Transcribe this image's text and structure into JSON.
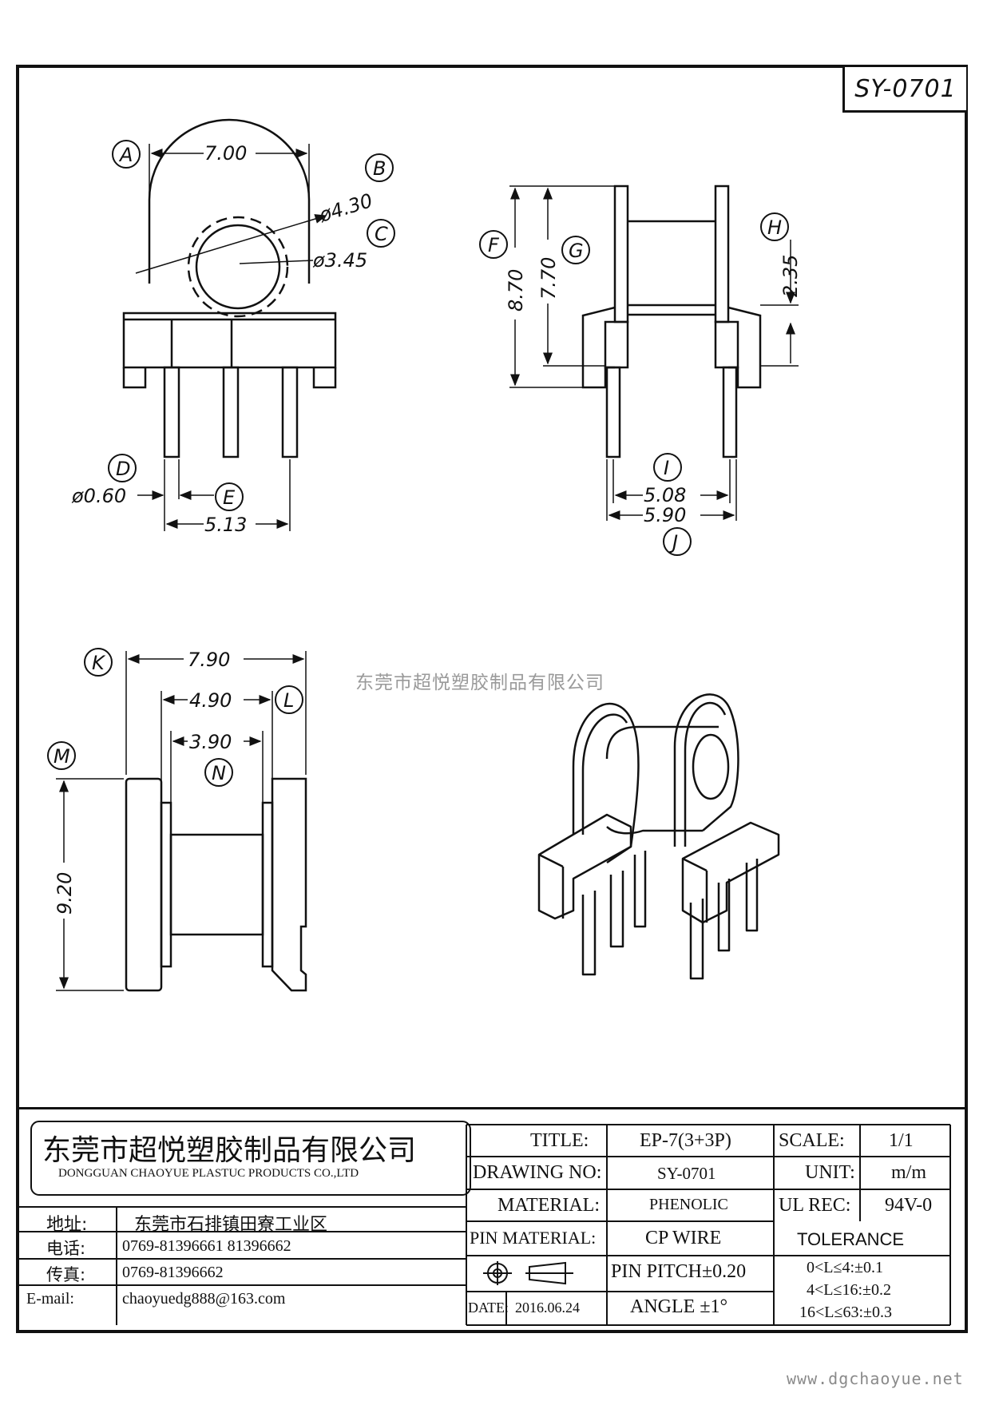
{
  "drawing_code": "SY-0701",
  "watermark": "东莞市超悦塑胶制品有限公司",
  "website": "www.dgchaoyue.net",
  "callouts": {
    "A": "A",
    "B": "B",
    "C": "C",
    "D": "D",
    "E": "E",
    "F": "F",
    "G": "G",
    "H": "H",
    "I": "I",
    "J": "J",
    "K": "K",
    "L": "L",
    "M": "M",
    "N": "N"
  },
  "dimensions": {
    "A": "7.00",
    "B": "ø4.30",
    "C": "ø3.45",
    "D": "ø0.60",
    "E": "5.13",
    "F": "8.70",
    "G": "7.70",
    "H": "2.35",
    "I": "5.08",
    "J": "5.90",
    "K": "7.90",
    "L": "4.90",
    "N": "3.90",
    "M": "9.20"
  },
  "company": {
    "name_cn": "东莞市超悦塑胶制品有限公司",
    "name_en": "DONGGUAN CHAOYUE PLASTUC PRODUCTS CO.,LTD"
  },
  "contact": {
    "address_label": "地址:",
    "address": "东莞市石排镇田寮工业区",
    "phone_label": "电话:",
    "phone": "0769-81396661  81396662",
    "fax_label": "传真:",
    "fax": "0769-81396662",
    "email_label": "E-mail:",
    "email": "chaoyuedg888@163.com"
  },
  "spec": {
    "title_label": "TITLE:",
    "title": "EP-7(3+3P)",
    "drawing_no_label": "DRAWING NO:",
    "drawing_no": "SY-0701",
    "material_label": "MATERIAL:",
    "material": "PHENOLIC",
    "pin_material_label": "PIN MATERIAL:",
    "pin_material": "CP WIRE",
    "pin_pitch": "PIN PITCH±0.20",
    "date_label": "DATE:",
    "date": "2016.06.24",
    "angle": "ANGLE  ±1°",
    "scale_label": "SCALE:",
    "scale": "1/1",
    "unit_label": "UNIT:",
    "unit": "m/m",
    "ul_label": "UL REC:",
    "ul": "94V-0",
    "tolerance_label": "TOLERANCE",
    "tolerance_rows": [
      "0<L≤4:±0.1",
      "4<L≤16:±0.2",
      "16<L≤63:±0.3"
    ]
  }
}
